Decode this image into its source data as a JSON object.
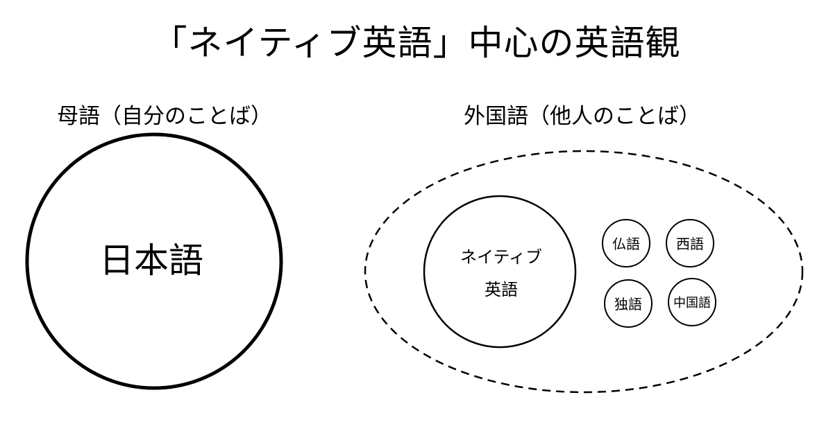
{
  "title": "「ネイティブ英語」中心の英語観",
  "native_group": {
    "label": "母語（自分のことば）",
    "language": "日本語"
  },
  "foreign_group": {
    "label": "外国語（他人のことば）",
    "main_language": {
      "line1": "ネイティブ",
      "line2": "英語"
    },
    "other_languages": {
      "french": "仏語",
      "spanish": "西語",
      "german": "独語",
      "chinese": "中国語"
    }
  },
  "colors": {
    "stroke": "#000000",
    "background": "#ffffff"
  }
}
